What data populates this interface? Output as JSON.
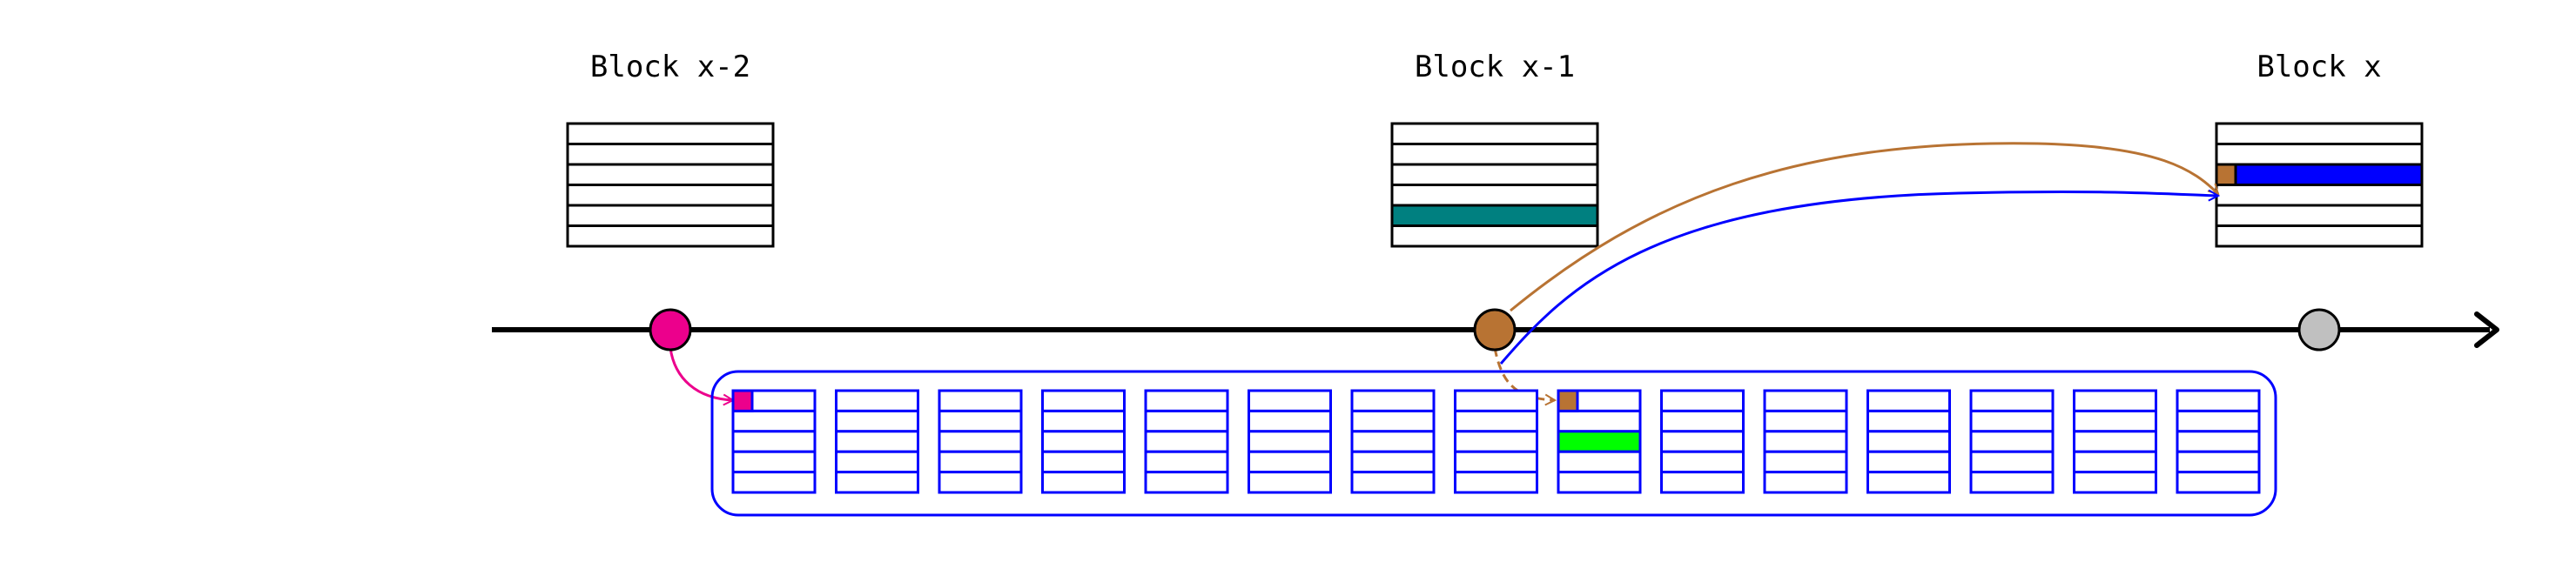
{
  "labels": {
    "block_left": "Block x-2",
    "block_middle": "Block x-1",
    "block_right": "Block x"
  },
  "colors": {
    "timeline": "#000000",
    "node_left": "#ec008c",
    "node_middle": "#b87333",
    "node_right": "#c0c0c0",
    "highlight_middle": "#008080",
    "highlight_right": "#0000ff",
    "highlight_right_marker": "#b87333",
    "container": "#0000ff",
    "mini_green": "#00ff00",
    "mini_magenta": "#ec008c",
    "mini_brown": "#b87333",
    "arrow_brown": "#b87333",
    "arrow_blue": "#0000ff",
    "arrow_magenta": "#ec008c"
  },
  "mini_tables": {
    "count": 15,
    "rows": 5,
    "magenta_marker_table": 0,
    "brown_marker_table": 8,
    "green_row_table": 8,
    "green_row_index": 2
  }
}
